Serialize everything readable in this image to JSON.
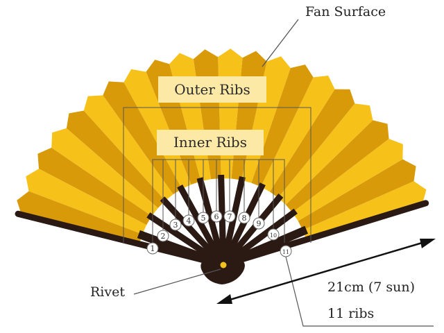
{
  "labels": {
    "fan_surface": "Fan Surface",
    "outer_ribs": "Outer Ribs",
    "inner_ribs": "Inner Ribs",
    "rivet": "Rivet",
    "length": "21cm (7 sun)",
    "rib_count": "11 ribs"
  },
  "rib_numbers": [
    "1",
    "2",
    "3",
    "4",
    "5",
    "6",
    "7",
    "8",
    "9",
    "10",
    "11"
  ],
  "colors": {
    "yellow": "#f6c21a",
    "gold": "#d99a0a",
    "rib": "#2b1a14",
    "box": "#fde9a6"
  }
}
